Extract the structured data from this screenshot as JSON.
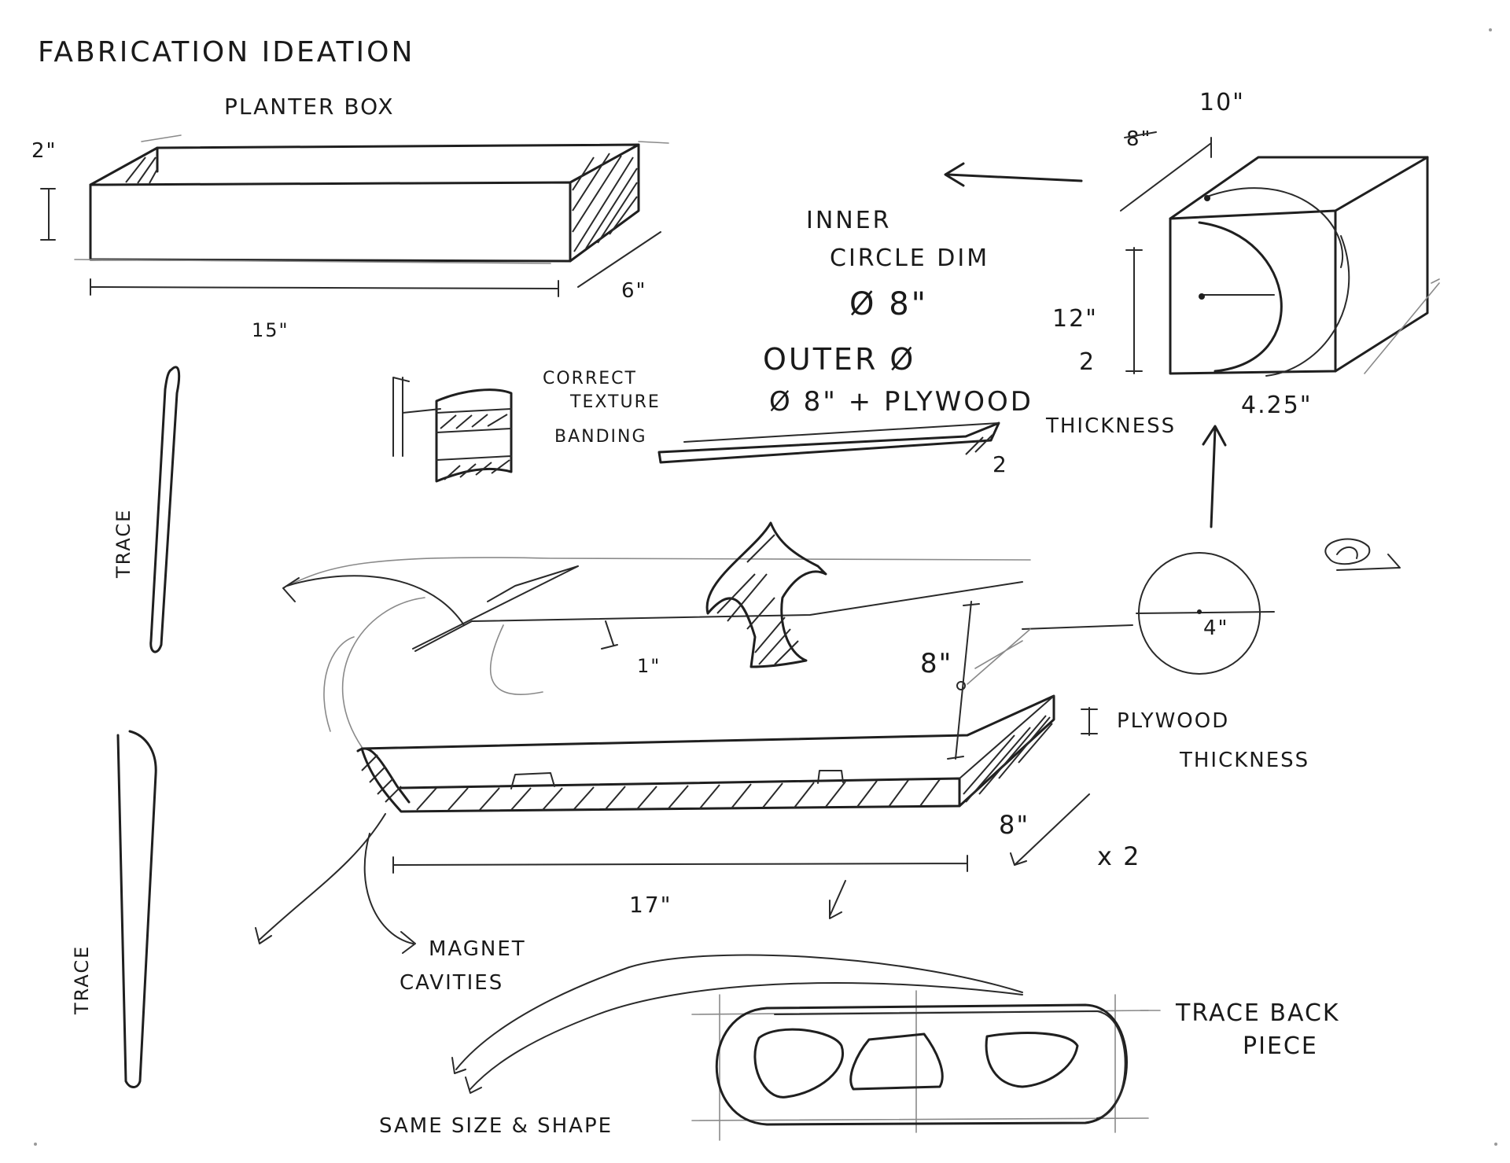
{
  "labels": {
    "title": "FABRICATION IDEATION",
    "planter_box": "PLANTER BOX",
    "dim_2in_top": "2\"",
    "dim_15in": "15\"",
    "dim_6in": "6\"",
    "dim_10in": "10\"",
    "dim_8in_struck": "8\"",
    "dim_12in": "12\"",
    "dim_2_side": "2",
    "dim_4_25in": "4.25\"",
    "inner_circle_line1": "INNER",
    "inner_circle_line2": "CIRCLE DIM",
    "inner_circle_value": "Ø 8\"",
    "outer_circle_line1": "OUTER Ø",
    "outer_circle_value": "Ø 8\" + PLYWOOD",
    "outer_circle_line3": "THICKNESS",
    "texture_line1": "CORRECT",
    "texture_line2": "TEXTURE",
    "texture_line3": "BANDING",
    "dim_2_strip": "2",
    "trace_upper": "TRACE",
    "trace_lower": "TRACE",
    "dim_1in": "1\"",
    "dim_8in_height": "8\"",
    "dim_4in_radius": "4\"",
    "plywood_line1": "PLYWOOD",
    "plywood_line2": "THICKNESS",
    "dim_8in_depth": "8\"",
    "times_two": "x 2",
    "dim_17in": "17\"",
    "magnet_line1": "MAGNET",
    "magnet_line2": "CAVITIES",
    "trace_back_line1": "TRACE BACK",
    "trace_back_line2": "PIECE",
    "same_size": "SAME SIZE & SHAPE"
  }
}
